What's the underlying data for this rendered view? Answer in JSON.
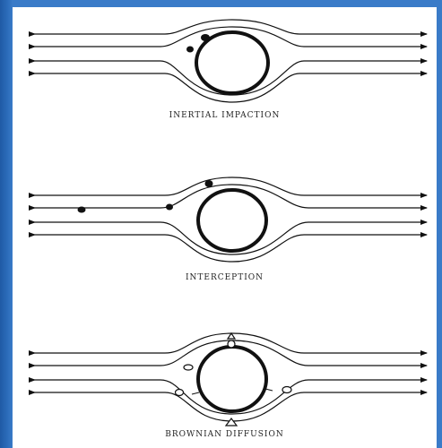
{
  "panels": [
    {
      "caption": "INERTIAL IMPACTION",
      "mechanism": "inertial-impaction"
    },
    {
      "caption": "INTERCEPTION",
      "mechanism": "interception"
    },
    {
      "caption": "BROWNIAN DIFFUSION",
      "mechanism": "brownian-diffusion"
    }
  ],
  "colors": {
    "background_frame": "#2b6bb9",
    "paper": "#ffffff",
    "ink": "#111111"
  }
}
